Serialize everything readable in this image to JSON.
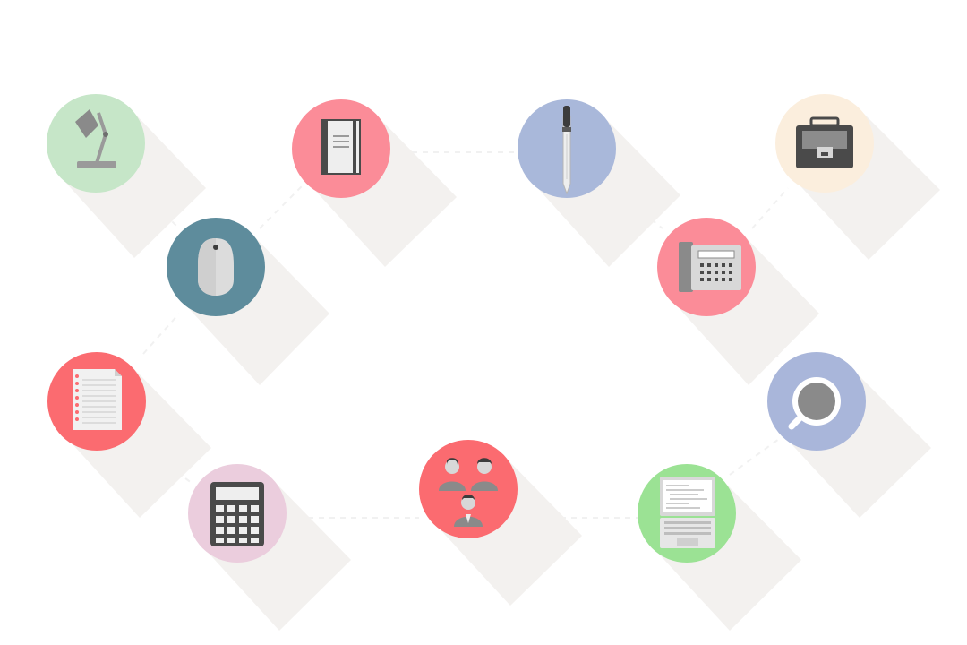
{
  "nodes": [
    {
      "id": "desk-lamp",
      "icon": "desk-lamp-icon",
      "color": "#c6e6c8"
    },
    {
      "id": "notebook",
      "icon": "notebook-icon",
      "color": "#fb8c98"
    },
    {
      "id": "pen",
      "icon": "pen-icon",
      "color": "#a9b8da"
    },
    {
      "id": "briefcase",
      "icon": "briefcase-icon",
      "color": "#fbeedd"
    },
    {
      "id": "mouse",
      "icon": "computer-mouse-icon",
      "color": "#5e8c9c"
    },
    {
      "id": "phone",
      "icon": "desk-phone-icon",
      "color": "#fb8c98"
    },
    {
      "id": "notepad",
      "icon": "notepad-paper-icon",
      "color": "#fb6b70"
    },
    {
      "id": "coffee",
      "icon": "coffee-cup-icon",
      "color": "#a9b6da"
    },
    {
      "id": "calculator",
      "icon": "calculator-icon",
      "color": "#ebcddd"
    },
    {
      "id": "team",
      "icon": "team-people-icon",
      "color": "#fb6b70"
    },
    {
      "id": "laptop",
      "icon": "laptop-icon",
      "color": "#9be294"
    }
  ]
}
